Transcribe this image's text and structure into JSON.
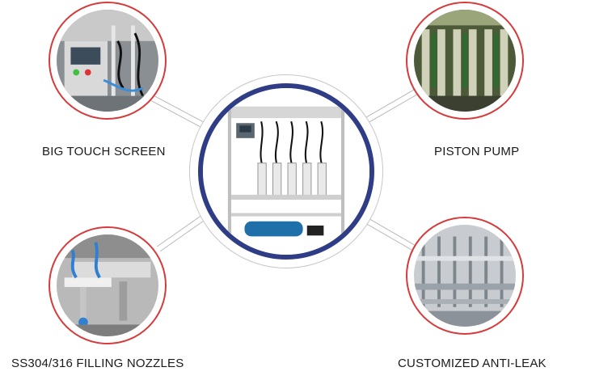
{
  "features": {
    "top_left": {
      "label": "BIG TOUCH SCREEN"
    },
    "top_right": {
      "label": "PISTON PUMP"
    },
    "bottom_left": {
      "label": "SS304/316 FILLING NOZZLES"
    },
    "bottom_right": {
      "label": "CUSTOMIZED ANTI-LEAK"
    }
  },
  "colors": {
    "ring_red": "#d63a3a",
    "center_ring_blue": "#2f3d86",
    "connector_gray": "#b9b9b9"
  },
  "icons": {
    "center": "filling-machine-photo",
    "top_left": "touch-screen-photo",
    "top_right": "piston-pump-photo",
    "bottom_left": "filling-nozzles-photo",
    "bottom_right": "anti-leak-line-photo"
  }
}
